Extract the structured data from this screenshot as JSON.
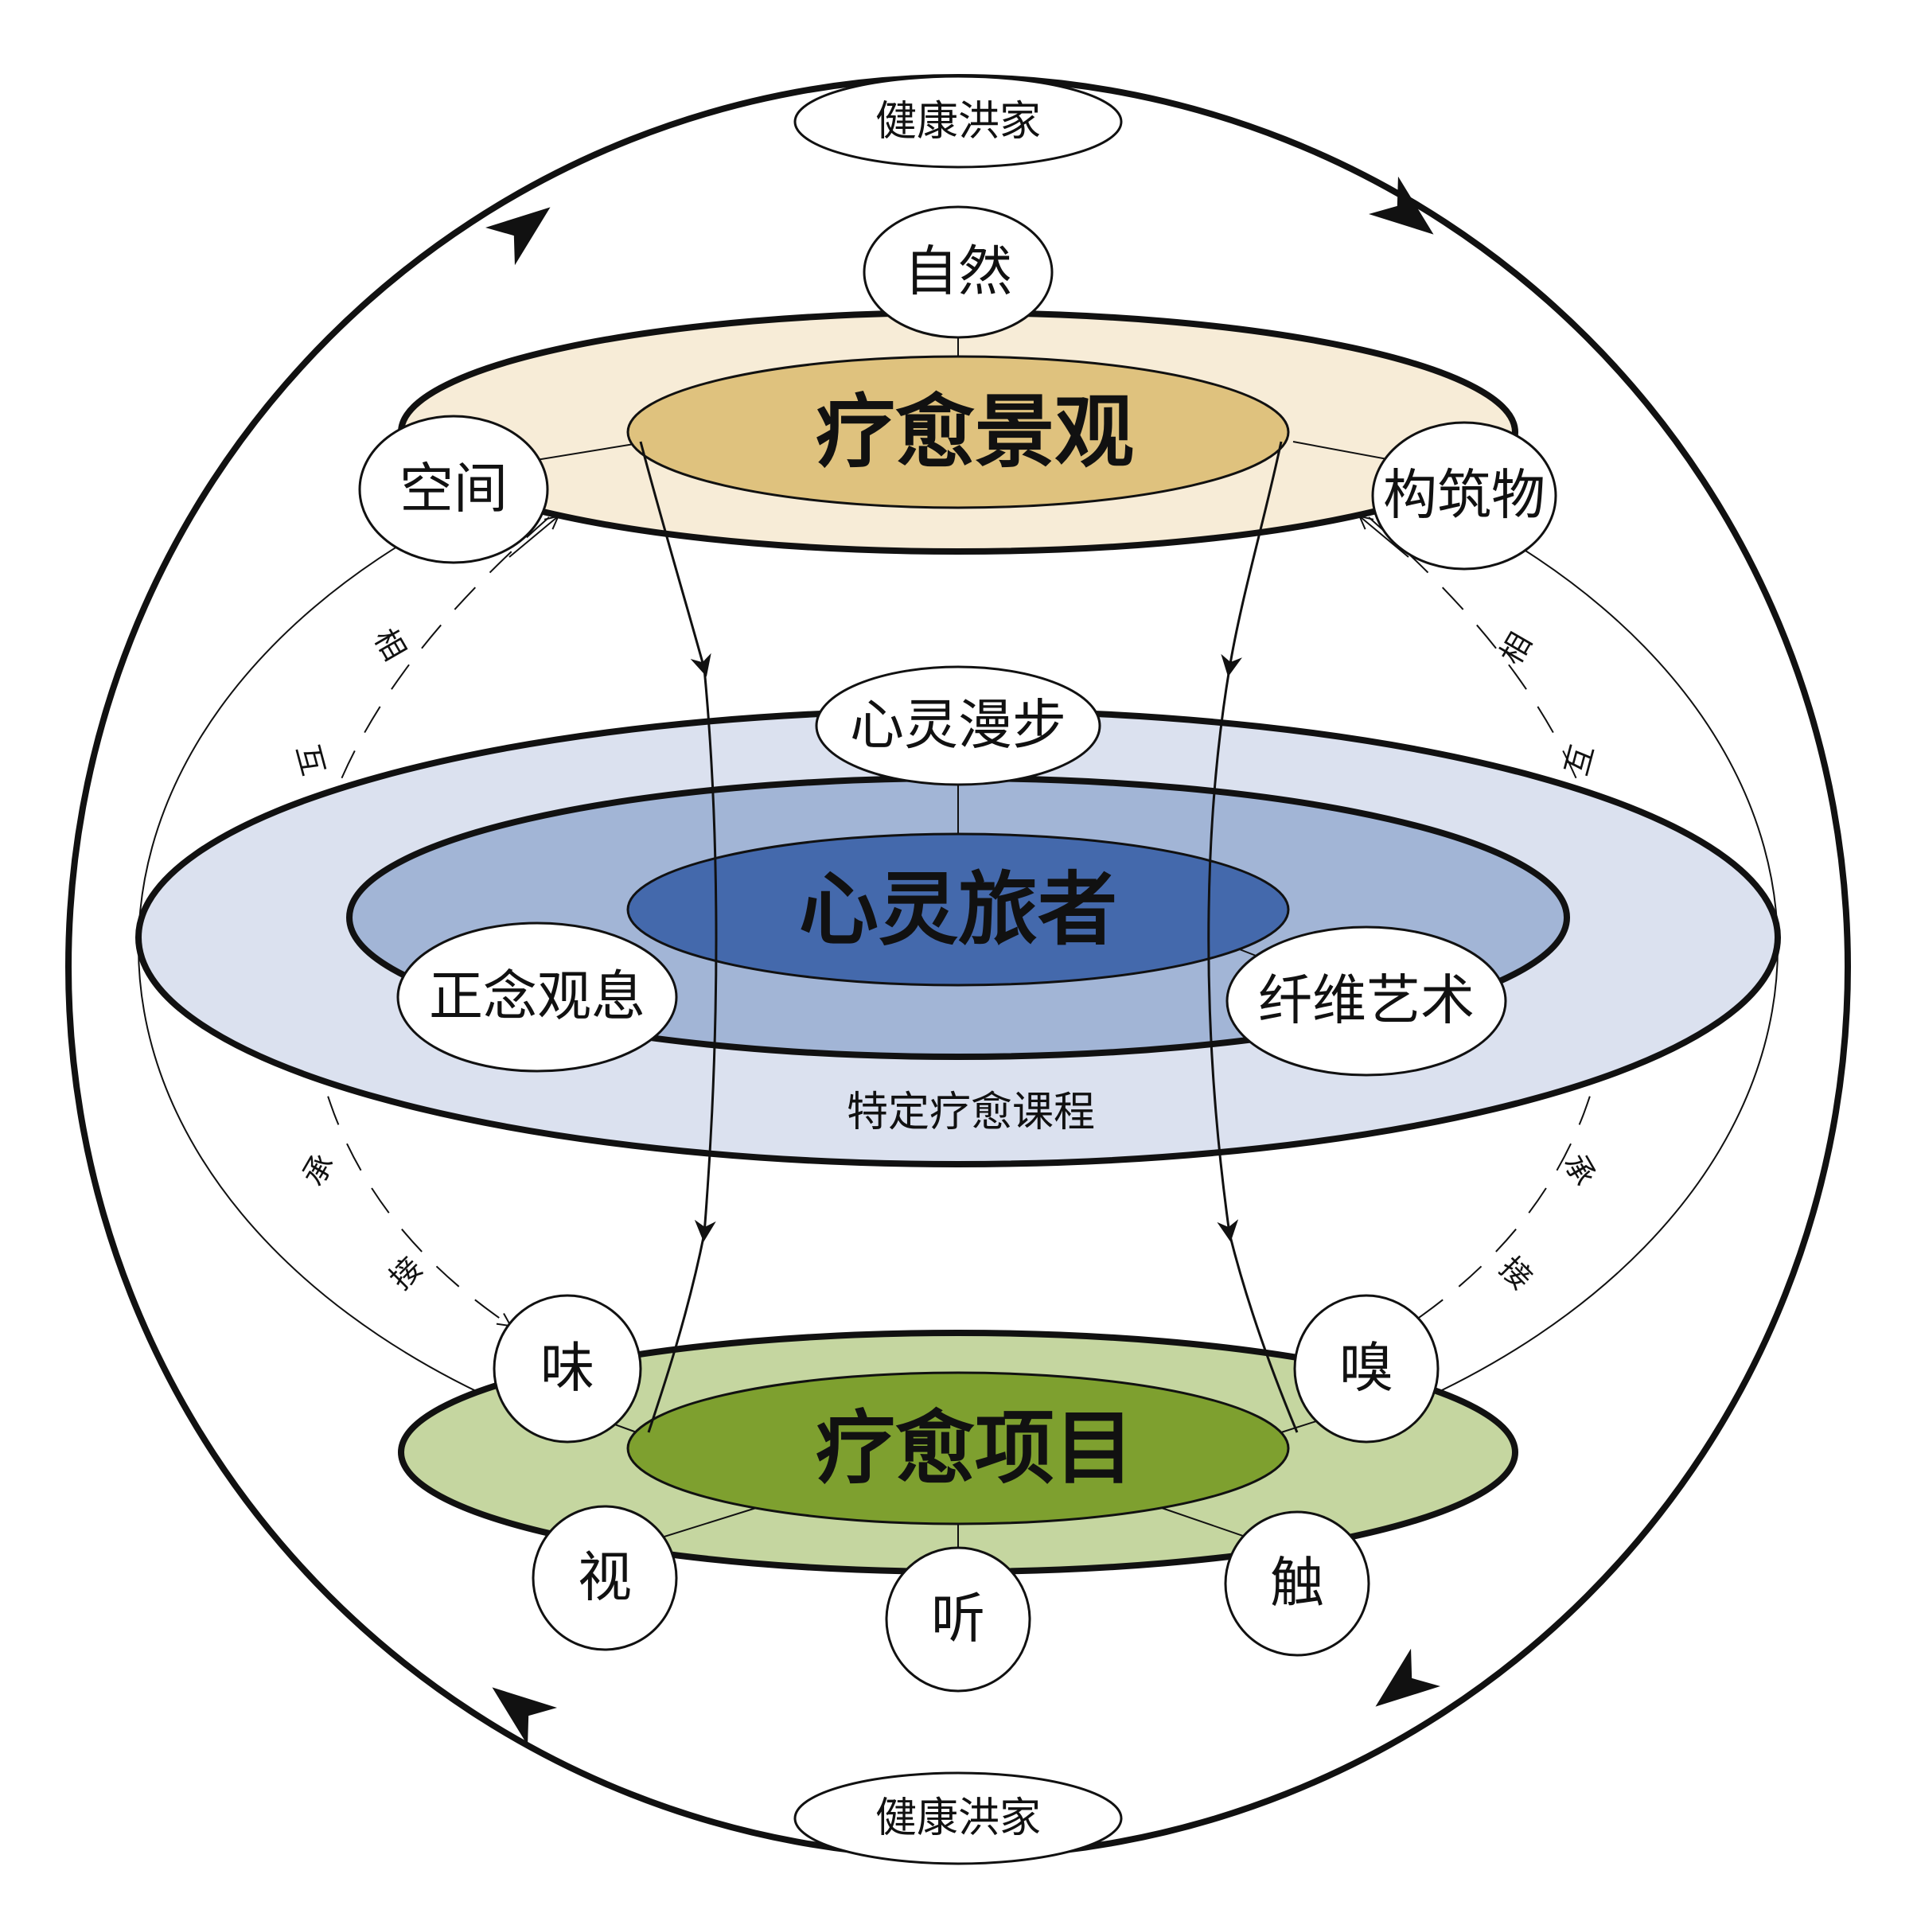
{
  "colors": {
    "landscape_outer": "#f7ecd7",
    "landscape_inner": "#dfc27e",
    "traveler_outer": "#dbe1ef",
    "traveler_mid": "#a2b5d6",
    "traveler_inner": "#4469ac",
    "project_outer": "#c5d6a0",
    "project_inner": "#7ea02f",
    "stroke": "#111111"
  },
  "cycle": {
    "top_label": "健康洪家",
    "bottom_label": "健康洪家"
  },
  "landscape": {
    "title": "疗愈景观",
    "nodes": {
      "nature": "自然",
      "space": "空间",
      "structure": "构筑物"
    }
  },
  "traveler": {
    "title": "心灵旅者",
    "course_label": "特定疗愈课程",
    "nodes": {
      "walk": "心灵漫步",
      "mindfulness": "正念观息",
      "fiber_art": "纤维艺术"
    }
  },
  "project": {
    "title": "疗愈项目",
    "nodes": {
      "taste": "味",
      "smell": "嗅",
      "sight": "视",
      "hearing": "听",
      "touch": "触"
    }
  },
  "side_left": [
    "相",
    "互",
    "承",
    "接"
  ],
  "side_right": [
    "相",
    "互",
    "承",
    "接"
  ]
}
